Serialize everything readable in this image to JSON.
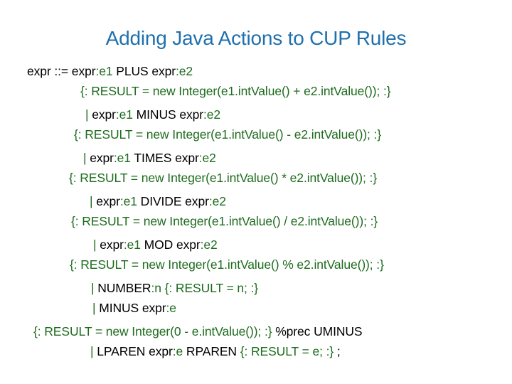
{
  "slide": {
    "title": "Adding Java Actions to CUP Rules",
    "title_color": "#1f70ad",
    "body_text_color": "#000000",
    "accent_color": "#1d6b1d",
    "background_color": "#ffffff"
  },
  "grammar": {
    "lines": [
      {
        "id": "line-plus-rule",
        "indent": "ind-a",
        "segments": [
          {
            "text": "expr ::= expr",
            "color": "black"
          },
          {
            "text": ":e1",
            "color": "green"
          },
          {
            "text": " PLUS expr",
            "color": "black"
          },
          {
            "text": ":e2",
            "color": "green"
          }
        ]
      },
      {
        "id": "line-plus-action",
        "indent": "ind-b",
        "segments": [
          {
            "text": "{: RESULT = new Integer(e1.intValue() + e2.intValue()); :}",
            "color": "green"
          }
        ]
      },
      {
        "id": "line-minus-rule",
        "indent": "ind-c",
        "segments": [
          {
            "text": "| ",
            "color": "green"
          },
          {
            "text": "expr",
            "color": "black"
          },
          {
            "text": ":e1",
            "color": "green"
          },
          {
            "text": " MINUS expr",
            "color": "black"
          },
          {
            "text": ":e2",
            "color": "green"
          }
        ]
      },
      {
        "id": "line-minus-action",
        "indent": "ind-d",
        "segments": [
          {
            "text": "{: RESULT = new Integer(e1.intValue() - e2.intValue()); :}",
            "color": "green"
          }
        ]
      },
      {
        "id": "line-times-rule",
        "indent": "ind-e",
        "segments": [
          {
            "text": "| ",
            "color": "green"
          },
          {
            "text": "expr",
            "color": "black"
          },
          {
            "text": ":e1",
            "color": "green"
          },
          {
            "text": " TIMES expr",
            "color": "black"
          },
          {
            "text": ":e2",
            "color": "green"
          }
        ]
      },
      {
        "id": "line-times-action",
        "indent": "ind-f",
        "segments": [
          {
            "text": "{: RESULT = new Integer(e1.intValue() * e2.intValue()); :}",
            "color": "green"
          }
        ]
      },
      {
        "id": "line-divide-rule",
        "indent": "ind-g",
        "segments": [
          {
            "text": "| ",
            "color": "green"
          },
          {
            "text": "expr",
            "color": "black"
          },
          {
            "text": ":e1",
            "color": "green"
          },
          {
            "text": " DIVIDE expr",
            "color": "black"
          },
          {
            "text": ":e2",
            "color": "green"
          }
        ]
      },
      {
        "id": "line-divide-action",
        "indent": "ind-h",
        "segments": [
          {
            "text": "{: RESULT = new Integer(e1.intValue() / e2.intValue()); :}",
            "color": "green"
          }
        ]
      },
      {
        "id": "line-mod-rule",
        "indent": "ind-i",
        "segments": [
          {
            "text": "| ",
            "color": "green"
          },
          {
            "text": "expr",
            "color": "black"
          },
          {
            "text": ":e1",
            "color": "green"
          },
          {
            "text": " MOD expr",
            "color": "black"
          },
          {
            "text": ":e2",
            "color": "green"
          }
        ]
      },
      {
        "id": "line-mod-action",
        "indent": "ind-j",
        "segments": [
          {
            "text": "{: RESULT = new Integer(e1.intValue() % e2.intValue()); :}",
            "color": "green"
          }
        ]
      },
      {
        "id": "line-number-rule",
        "indent": "ind-k",
        "segments": [
          {
            "text": "| ",
            "color": "green"
          },
          {
            "text": "NUMBER",
            "color": "black"
          },
          {
            "text": ":n",
            "color": "green"
          },
          {
            "text": "  ",
            "color": "black"
          },
          {
            "text": "{: RESULT = n; :}",
            "color": "green"
          }
        ]
      },
      {
        "id": "line-uminus-rule",
        "indent": "ind-l",
        "segments": [
          {
            "text": "| ",
            "color": "green"
          },
          {
            "text": "MINUS expr",
            "color": "black"
          },
          {
            "text": ":e",
            "color": "green"
          }
        ]
      },
      {
        "id": "line-uminus-action",
        "indent": "ind-m",
        "segments": [
          {
            "text": "{: RESULT = new Integer(0 - e.intValue()); :}",
            "color": "green"
          },
          {
            "text": " %prec UMINUS",
            "color": "black"
          }
        ]
      },
      {
        "id": "line-paren-rule",
        "indent": "ind-n",
        "segments": [
          {
            "text": "| ",
            "color": "green"
          },
          {
            "text": "LPAREN expr",
            "color": "black"
          },
          {
            "text": ":e",
            "color": "green"
          },
          {
            "text": " RPAREN ",
            "color": "black"
          },
          {
            "text": "{: RESULT = e; :}",
            "color": "green"
          },
          {
            "text": " ;",
            "color": "black"
          }
        ]
      }
    ]
  }
}
